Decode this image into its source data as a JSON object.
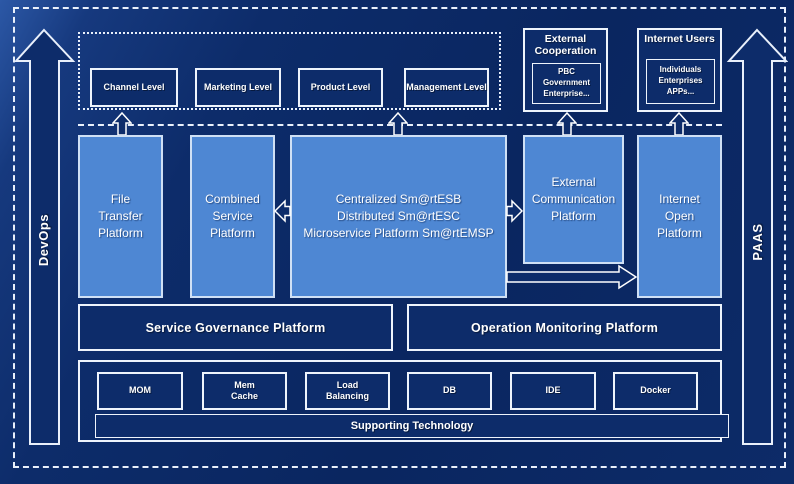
{
  "colors": {
    "background": "#0d2c6a",
    "panel_blue": "#4e87d3",
    "border_light": "#cfe0f5",
    "border_white": "#eef4fc",
    "text": "#ffffff"
  },
  "rails": {
    "left": "DevOps",
    "right": "PAAS"
  },
  "levels": {
    "items": [
      {
        "label": "Channel Level"
      },
      {
        "label": "Marketing Level"
      },
      {
        "label": "Product Level"
      },
      {
        "label": "Management Level"
      }
    ]
  },
  "external_cooperation": {
    "title": "External Cooperation",
    "body": "PBC Government Enterprise..."
  },
  "internet_users": {
    "title": "Internet Users",
    "body": "Individuals Enterprises APPs..."
  },
  "platforms": {
    "file_transfer": "File Transfer Platform",
    "combined_service": "Combined Service Platform",
    "central": {
      "lines": [
        "Centralized Sm@rtESB",
        "Distributed Sm@rtESC",
        "Microservice Platform Sm@rtEMSP"
      ]
    },
    "external_communication": "External Communication Platform",
    "internet_open": "Internet Open Platform"
  },
  "governance": {
    "service": "Service Governance Platform",
    "operation": "Operation Monitoring Platform"
  },
  "supporting": {
    "title": "Supporting Technology",
    "items": [
      {
        "label": "MOM"
      },
      {
        "label": "Mem Cache"
      },
      {
        "label": "Load Balancing"
      },
      {
        "label": "DB"
      },
      {
        "label": "IDE"
      },
      {
        "label": "Docker"
      }
    ]
  }
}
